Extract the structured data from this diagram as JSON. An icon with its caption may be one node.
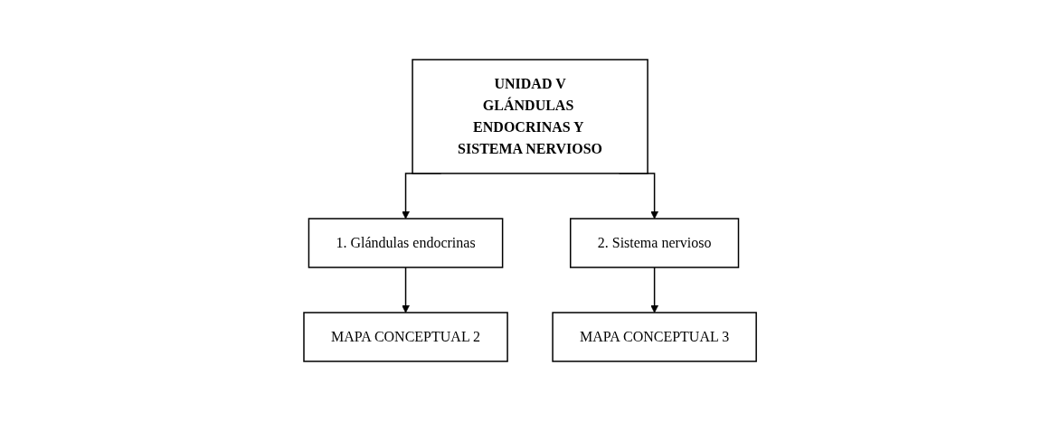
{
  "diagram": {
    "nodes": [
      {
        "text": [
          "UNIDAD V",
          "GLÁNDULAS ENDOCRINAS Y SISTEMA NERVIOSO"
        ]
      },
      {
        "text": [
          "1. Glándulas endocrinas"
        ]
      },
      {
        "text": [
          "2. Sistema nervioso"
        ]
      },
      {
        "text": [
          "MAPA CONCEPTUAL 2"
        ]
      },
      {
        "text": [
          "MAPA CONCEPTUAL 3"
        ]
      }
    ],
    "edges": [
      {
        "from": 0,
        "to": 1,
        "arrow": "to"
      },
      {
        "from": 0,
        "to": 2,
        "arrow": "to"
      },
      {
        "from": 1,
        "to": 3,
        "arrow": "to"
      },
      {
        "from": 2,
        "to": 4,
        "arrow": "to"
      }
    ]
  }
}
